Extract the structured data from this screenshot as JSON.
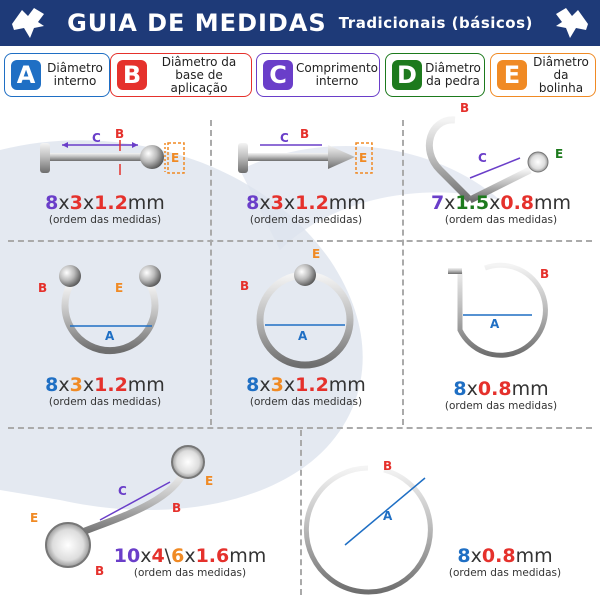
{
  "header": {
    "title": "GUIA DE MEDIDAS",
    "subtitle": "Tradicionais (básicos)"
  },
  "colors": {
    "A": "#1f6fc4",
    "B": "#e5312c",
    "C": "#6a3ec9",
    "D": "#1d7a1d",
    "E": "#f08a24",
    "header": "#1e3a78"
  },
  "legend": [
    {
      "letter": "A",
      "label": "Diâmetro interno"
    },
    {
      "letter": "B",
      "label": "Diâmetro da base de aplicação"
    },
    {
      "letter": "C",
      "label": "Comprimento interno"
    },
    {
      "letter": "D",
      "label": "Diâmetro da pedra"
    },
    {
      "letter": "E",
      "label": "Diâmetro da bolinha"
    }
  ],
  "items": [
    {
      "m1": "8",
      "m2": "3",
      "m3": "1.2",
      "unit": "mm",
      "note": "(ordem das medidas)"
    },
    {
      "m1": "8",
      "m2": "3",
      "m3": "1.2",
      "unit": "mm",
      "note": "(ordem das medidas)"
    },
    {
      "m1": "7",
      "m2": "1.5",
      "m3": "0.8",
      "unit": "mm",
      "note": "(ordem das medidas)"
    },
    {
      "m1": "8",
      "m2": "3",
      "m3": "1.2",
      "unit": "mm",
      "note": "(ordem das medidas)"
    },
    {
      "m1": "8",
      "m2": "3",
      "m3": "1.2",
      "unit": "mm",
      "note": "(ordem das medidas)"
    },
    {
      "m1": "8",
      "m2": "0.8",
      "unit": "mm",
      "note": "(ordem das medidas)"
    },
    {
      "m1": "10",
      "m2": "4",
      "m3": "6",
      "m4": "1.6",
      "unit": "mm",
      "note": "(ordem das medidas)"
    },
    {
      "m1": "8",
      "m2": "0.8",
      "unit": "mm",
      "note": "(ordem das medidas)"
    }
  ],
  "x": "x",
  "slash": "\\"
}
